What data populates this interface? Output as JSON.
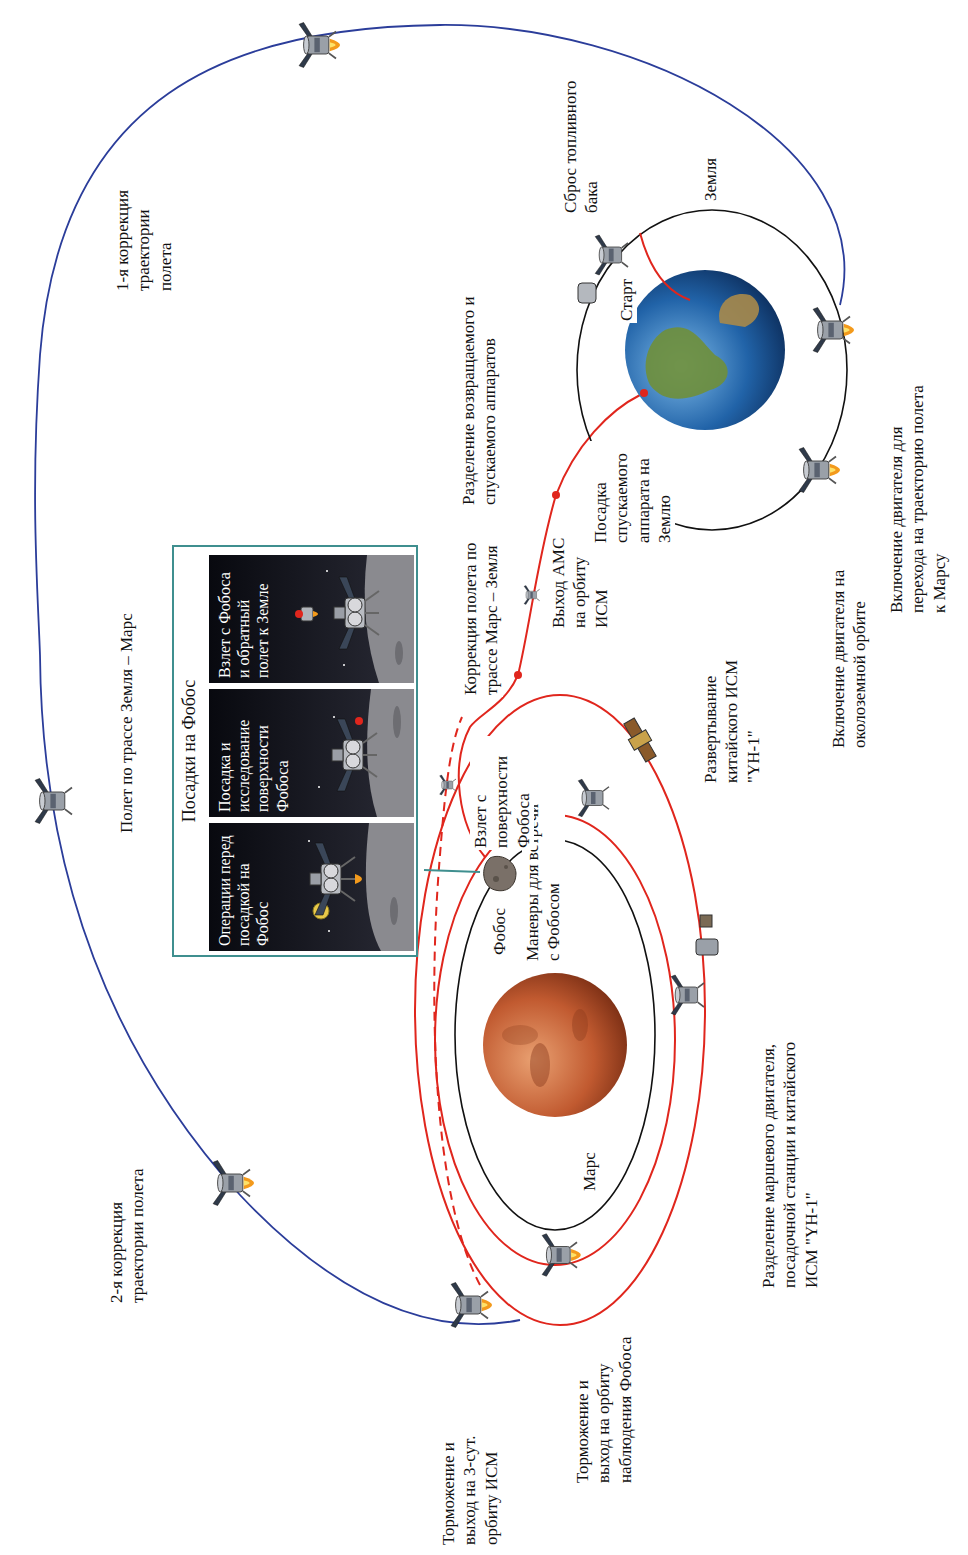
{
  "diagram": {
    "nodes": [
      {
        "text": [
          "Посадки на Фобос"
        ]
      },
      {
        "text": [
          "Операции перед посадкой на Фобос"
        ],
        "in": 0
      },
      {
        "text": [
          "Посадка и исследование поверхности Фобоса"
        ],
        "in": 0
      },
      {
        "text": [
          "Взлет с Фобоса и обратный полет к Земле"
        ],
        "in": 0
      }
    ],
    "labels": [
      "Полет по трассе Земля – Марс",
      "1-я коррекция траектории полета",
      "2-я коррекция траектории полета",
      "Торможение и выход на 3-сут. орбиту ИСМ",
      "Торможение и выход на орбиту наблюдения Фобоса",
      "Марс",
      "Фобос",
      "Маневры для встречи с Фобосом",
      "Взлет с поверхности Фобоса",
      "Разделение маршевого двигателя, посадочной станции и китайского ИСМ \"YH-1\"",
      "Развертывание китайского ИСМ \"YH-1\"",
      "Коррекция полета по трассе Марс – Земля",
      "Выход АМС на орбиту ИСМ",
      "Разделение возвращаемого и спускаемого аппаратов",
      "Посадка спускаемого аппарата на Землю",
      "Сброс топливного бака",
      "Старт",
      "Земля",
      "Включение двигателя на околоземной орбите",
      "Включение двигателя для перехода на траекторию полета к Марсу"
    ]
  }
}
